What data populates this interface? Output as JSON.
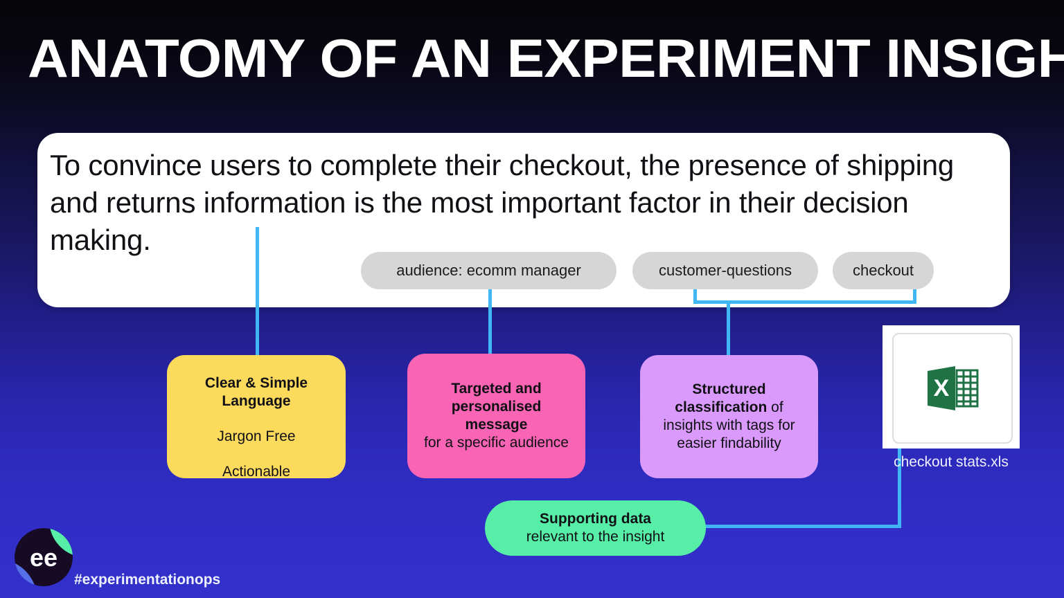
{
  "title": "ANATOMY OF AN EXPERIMENT INSIGHT",
  "insight_card": {
    "text": "To convince users to complete their checkout, the presence of shipping and returns information is the most important factor in their decision making."
  },
  "tags": [
    {
      "id": "audience",
      "label": "audience: ecomm manager"
    },
    {
      "id": "customer-questions",
      "label": "customer-questions"
    },
    {
      "id": "checkout",
      "label": "checkout"
    }
  ],
  "annotations": [
    {
      "id": "clear-simple-language",
      "color": "#FCDA5B",
      "heading": "Clear & Simple Language",
      "line2": "Jargon Free",
      "line3": "Actionable"
    },
    {
      "id": "targeted-message",
      "color": "#FA64B4",
      "heading": "Targeted and personalised message",
      "subtext": "for a specific audience"
    },
    {
      "id": "structured-classification",
      "color": "#DA9AFB",
      "heading": "Structured classification",
      "subtext": " of insights with tags for easier findability"
    },
    {
      "id": "supporting-data",
      "color": "#57EFA8",
      "heading": "Supporting data",
      "subtext": "relevant to the insight"
    }
  ],
  "attachment": {
    "filename": "checkout stats.xls",
    "icon": "excel-file-icon"
  },
  "footer": {
    "brand_initials": "ee",
    "hashtag": "#experimentationops"
  },
  "colors": {
    "connector": "#41b6f5",
    "tag_pill": "#d6d6d6",
    "card": "#ffffff",
    "background_top": "#050509",
    "background_bottom": "#3331cb",
    "excel_green": "#1f7244"
  }
}
